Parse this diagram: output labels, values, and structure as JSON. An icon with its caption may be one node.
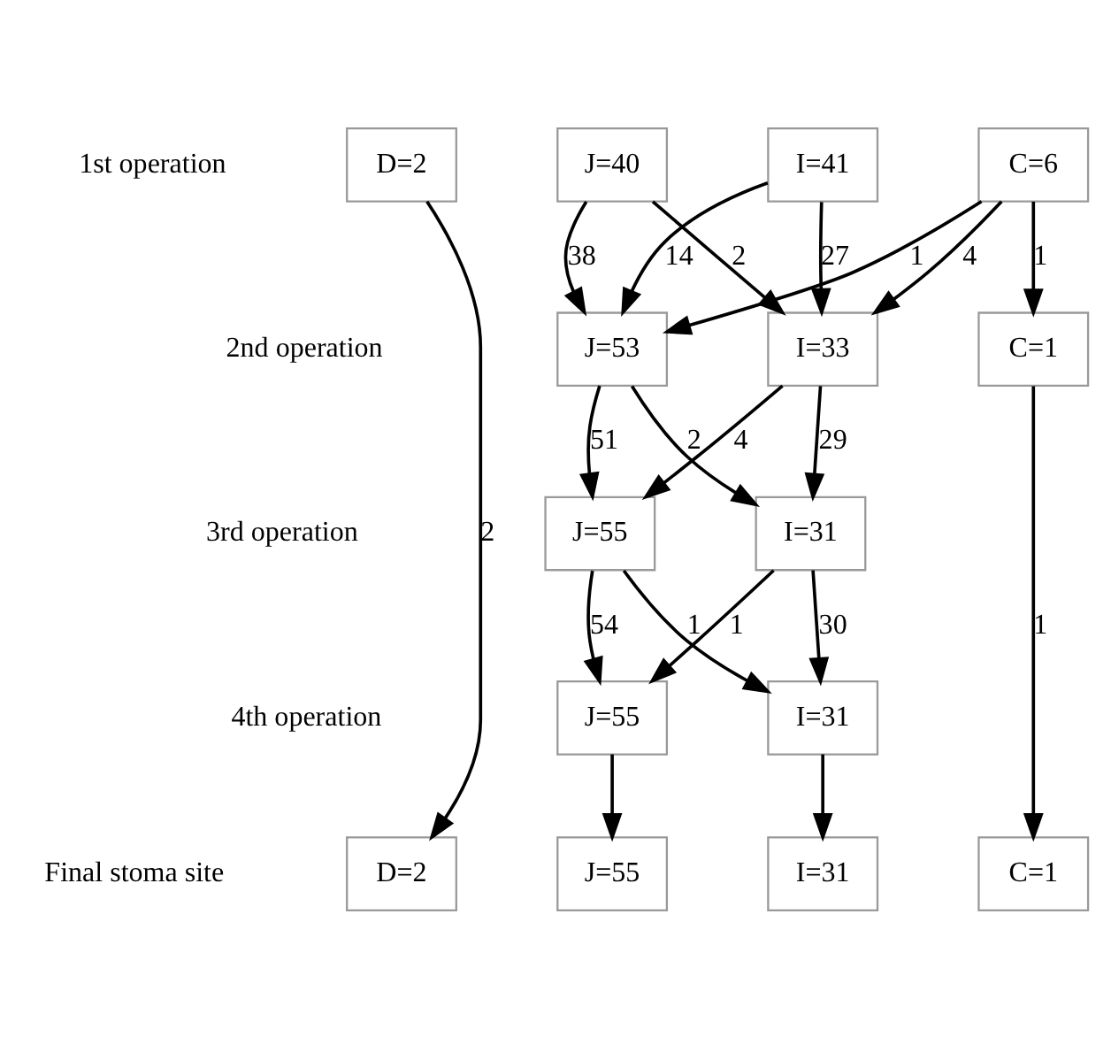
{
  "diagram": {
    "nodes": [
      {
        "text": [
          "D=2"
        ]
      },
      {
        "text": [
          "J=40"
        ]
      },
      {
        "text": [
          "I=41"
        ]
      },
      {
        "text": [
          "C=6"
        ]
      },
      {
        "text": [
          "J=53"
        ]
      },
      {
        "text": [
          "I=33"
        ]
      },
      {
        "text": [
          "C=1"
        ]
      },
      {
        "text": [
          "J=55"
        ]
      },
      {
        "text": [
          "I=31"
        ]
      },
      {
        "text": [
          "J=55"
        ]
      },
      {
        "text": [
          "I=31"
        ]
      },
      {
        "text": [
          "D=2"
        ]
      },
      {
        "text": [
          "J=55"
        ]
      },
      {
        "text": [
          "I=31"
        ]
      },
      {
        "text": [
          "C=1"
        ]
      }
    ],
    "edges": [
      {
        "from": 0,
        "to": 11,
        "arrow": "to",
        "label": "2"
      },
      {
        "from": 1,
        "to": 4,
        "arrow": "to",
        "label": "38"
      },
      {
        "from": 1,
        "to": 5,
        "arrow": "to",
        "label": "2"
      },
      {
        "from": 2,
        "to": 4,
        "arrow": "to",
        "label": "14"
      },
      {
        "from": 2,
        "to": 5,
        "arrow": "to",
        "label": "27"
      },
      {
        "from": 3,
        "to": 4,
        "arrow": "to",
        "label": "1"
      },
      {
        "from": 3,
        "to": 5,
        "arrow": "to",
        "label": "4"
      },
      {
        "from": 3,
        "to": 6,
        "arrow": "to",
        "label": "1"
      },
      {
        "from": 4,
        "to": 7,
        "arrow": "to",
        "label": "51"
      },
      {
        "from": 4,
        "to": 8,
        "arrow": "to",
        "label": "2"
      },
      {
        "from": 5,
        "to": 7,
        "arrow": "to",
        "label": "4"
      },
      {
        "from": 5,
        "to": 8,
        "arrow": "to",
        "label": "29"
      },
      {
        "from": 7,
        "to": 9,
        "arrow": "to",
        "label": "54"
      },
      {
        "from": 7,
        "to": 10,
        "arrow": "to",
        "label": "1"
      },
      {
        "from": 8,
        "to": 9,
        "arrow": "to",
        "label": "1"
      },
      {
        "from": 8,
        "to": 10,
        "arrow": "to",
        "label": "30"
      },
      {
        "from": 9,
        "to": 12,
        "arrow": "to"
      },
      {
        "from": 10,
        "to": 13,
        "arrow": "to"
      },
      {
        "from": 6,
        "to": 14,
        "arrow": "to",
        "label": "1"
      }
    ],
    "labels": [
      "1st operation",
      "2nd operation",
      "3rd operation",
      "4th operation",
      "Final stoma site"
    ]
  }
}
